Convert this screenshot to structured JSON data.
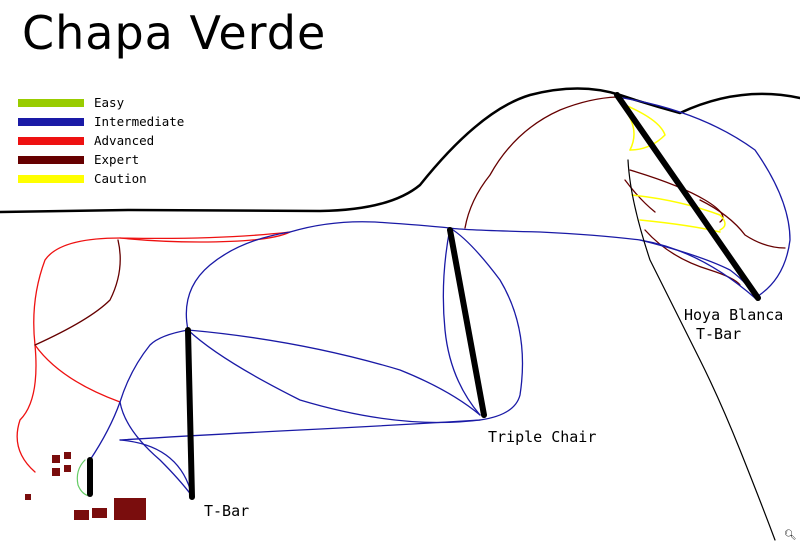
{
  "title": "Chapa Verde",
  "legend": [
    {
      "label": "Easy",
      "color": "#99cc00"
    },
    {
      "label": "Intermediate",
      "color": "#1a1aa6"
    },
    {
      "label": "Advanced",
      "color": "#ee1111"
    },
    {
      "label": "Expert",
      "color": "#660000"
    },
    {
      "label": "Caution",
      "color": "#ffff00"
    }
  ],
  "lifts": {
    "hoya_blanca_line1": "Hoya Blanca",
    "hoya_blanca_line2": "T-Bar",
    "triple_chair": "Triple Chair",
    "t_bar": "T-Bar"
  },
  "colors": {
    "ridge": "#000000",
    "lift": "#000000",
    "building": "#7a0d0d",
    "trail_easy": "#66cc66"
  },
  "icons": {
    "zoom": "magnifier-icon"
  }
}
